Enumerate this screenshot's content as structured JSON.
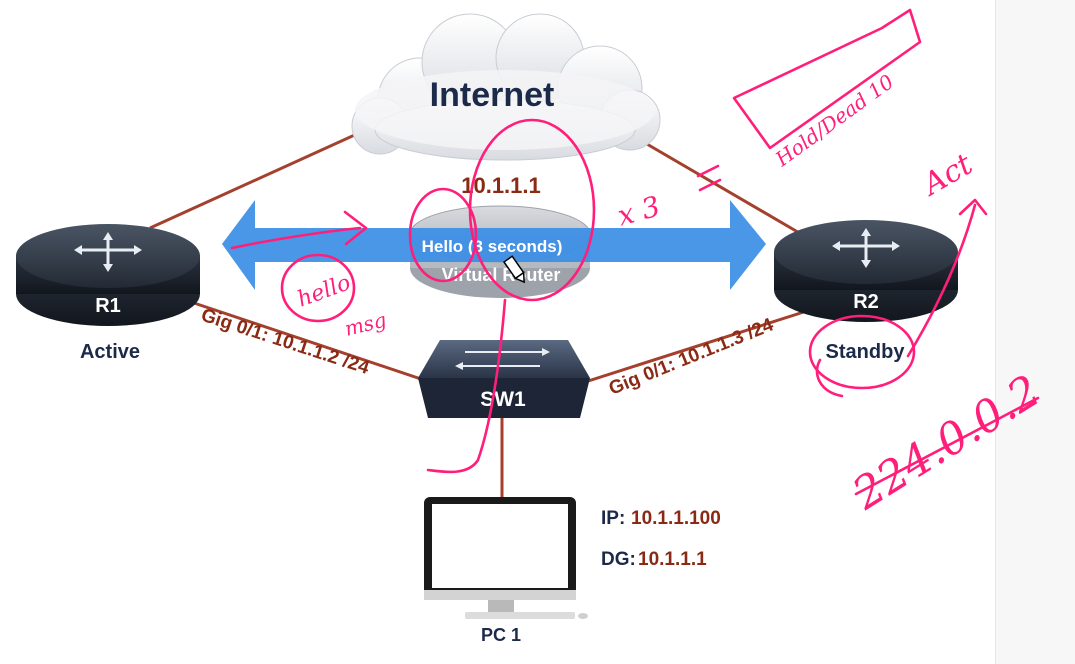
{
  "diagram": {
    "internet_label": "Internet",
    "virtual_ip": "10.1.1.1",
    "hello_text": "Hello (3 seconds)",
    "virtual_router_label": "Virtual Router",
    "r1": {
      "name": "R1",
      "role": "Active",
      "interface": "Gig 0/1: 10.1.1.2 /24"
    },
    "r2": {
      "name": "R2",
      "role": "Standby",
      "interface": "Gig 0/1: 10.1.1.3 /24"
    },
    "switch_label": "SW1",
    "pc": {
      "name": "PC 1",
      "ip_label": "IP:",
      "ip_value": "10.1.1.100",
      "dg_label": "DG:",
      "dg_value": "10.1.1.1"
    }
  },
  "annotations": {
    "hold_dead": "Hold/Dead 10",
    "times_three": "x 3",
    "active": "Act",
    "hello": "hello",
    "msg": "msg",
    "multicast": "224.0.0.2"
  },
  "colors": {
    "link": "#a4402d",
    "hello_arrow": "#3b8ee6",
    "ink": "#ff1f7a",
    "label_red": "#8b2a14",
    "label_navy": "#1c2a4a"
  }
}
